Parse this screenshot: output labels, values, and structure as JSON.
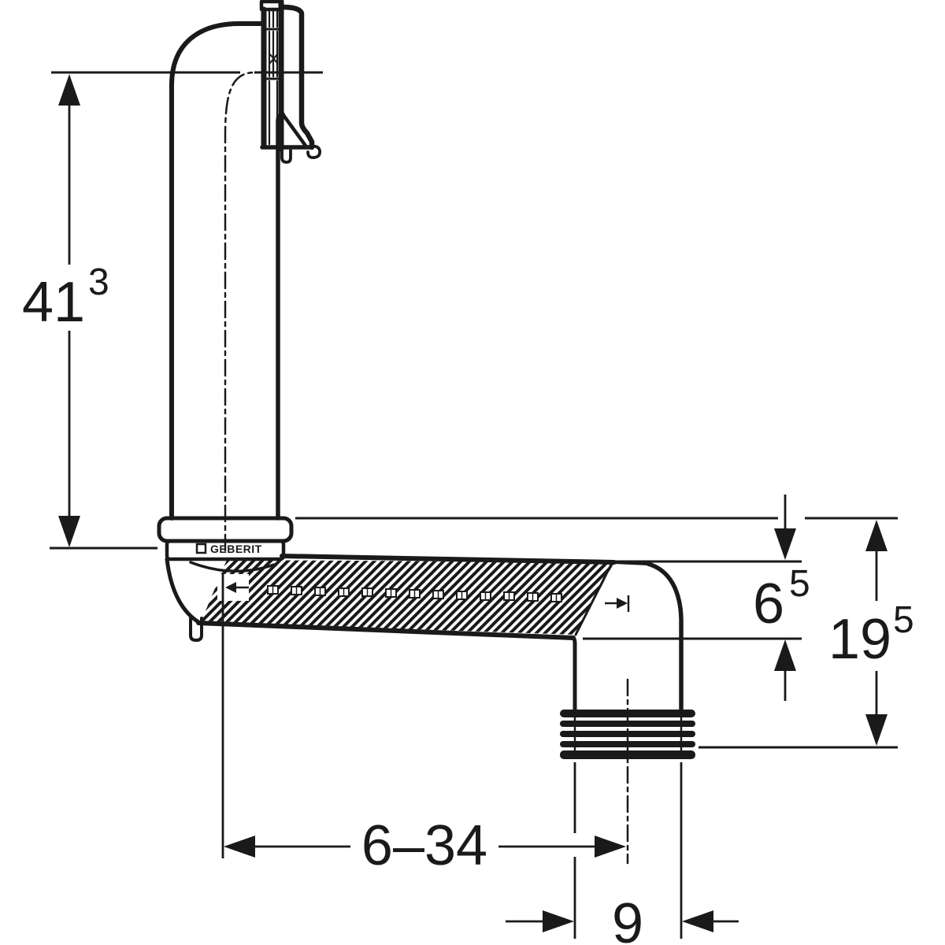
{
  "drawing": {
    "type": "technical-dimension-drawing",
    "subject": "flush-bend-pipe-with-wall-bracket",
    "brand": {
      "label": "GEBERIT"
    },
    "colors": {
      "ink": "#1a1a1a",
      "background": "#ffffff"
    },
    "dimensions": {
      "dim_41_3": {
        "value": "41",
        "sup": "3",
        "orientation": "vertical",
        "region": "left"
      },
      "dim_6_5": {
        "value": "6",
        "sup": "5",
        "orientation": "vertical",
        "region": "right"
      },
      "dim_19_5": {
        "value": "19",
        "sup": "5",
        "orientation": "vertical",
        "region": "right"
      },
      "dim_6_34": {
        "value": "6–34",
        "sup": "",
        "orientation": "horizontal",
        "region": "bottom"
      },
      "dim_9": {
        "value": "9",
        "sup": "",
        "orientation": "horizontal",
        "region": "bottom"
      }
    }
  }
}
